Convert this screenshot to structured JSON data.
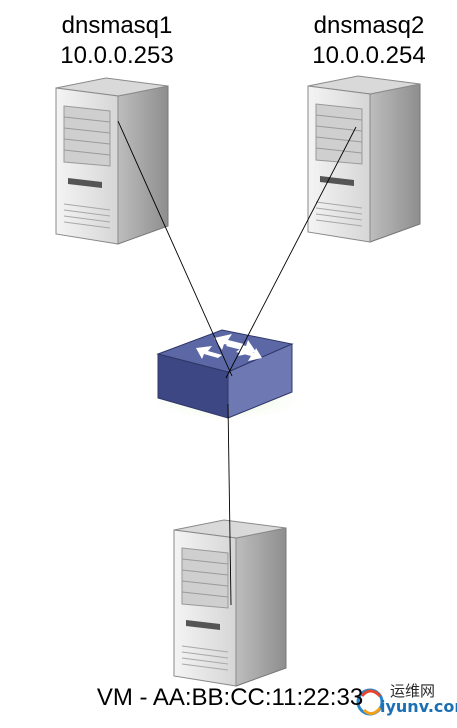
{
  "nodes": {
    "dnsmasq1": {
      "name": "dnsmasq1",
      "ip": "10.0.0.253"
    },
    "dnsmasq2": {
      "name": "dnsmasq2",
      "ip": "10.0.0.254"
    },
    "vm": {
      "label": "VM - AA:BB:CC:11:22:33"
    }
  },
  "watermark": {
    "cn": "运维网",
    "url": "iyunv.com"
  },
  "colors": {
    "server_front": "#e4e4e4",
    "server_side": "#a9a9a9",
    "server_top": "#cfcfcf",
    "switch_top": "#57629e",
    "switch_front": "#3c4680",
    "switch_side": "#6c76b0",
    "switch_glow": "#b8e09a",
    "link": "#000000"
  }
}
